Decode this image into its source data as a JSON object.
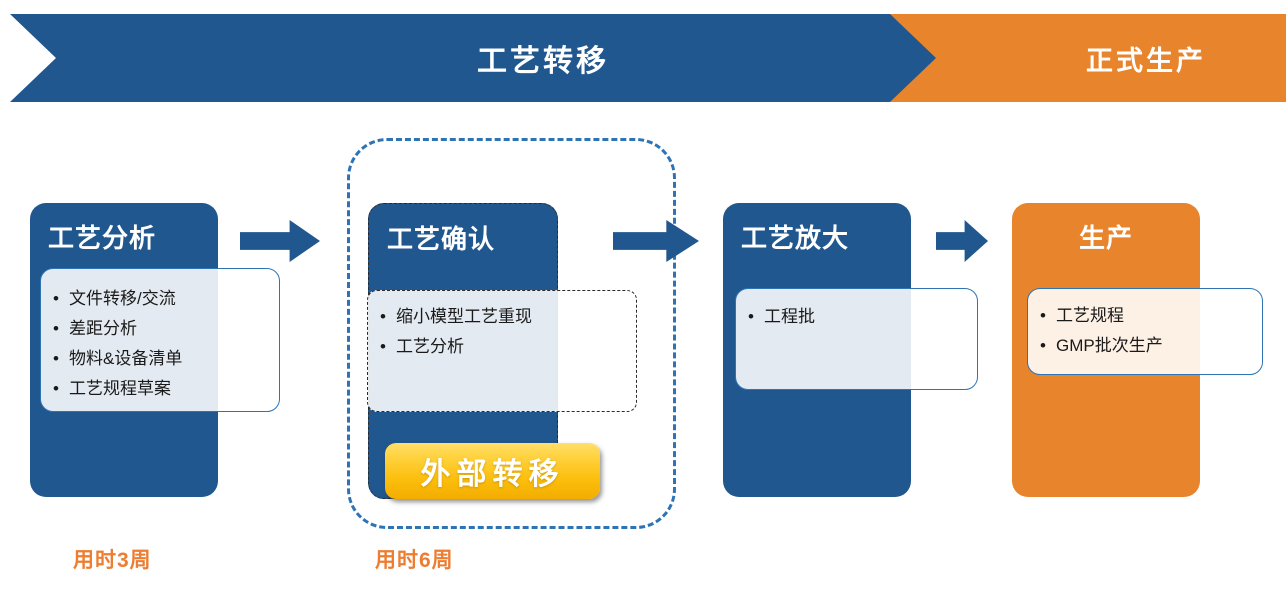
{
  "banner": {
    "process_transfer": "工艺转移",
    "official_production": "正式生产"
  },
  "stages": [
    {
      "title": "工艺分析",
      "bullets": [
        "文件转移/交流",
        "差距分析",
        "物料&设备清单",
        "工艺规程草案"
      ]
    },
    {
      "title": "工艺确认",
      "bullets": [
        "缩小模型工艺重现",
        "工艺分析"
      ],
      "badge": "外部转移"
    },
    {
      "title": "工艺放大",
      "bullets": [
        "工程批"
      ]
    },
    {
      "title": "生产",
      "bullets": [
        "工艺规程",
        "GMP批次生产"
      ]
    }
  ],
  "durations": {
    "stage1": "用时3周",
    "stage2": "用时6周"
  },
  "colors": {
    "navy": "#21578F",
    "orange": "#E8842B",
    "dashed_blue": "#2E74B5",
    "badge_gold": "#FFC000",
    "duration_orange": "#ED7D31"
  }
}
